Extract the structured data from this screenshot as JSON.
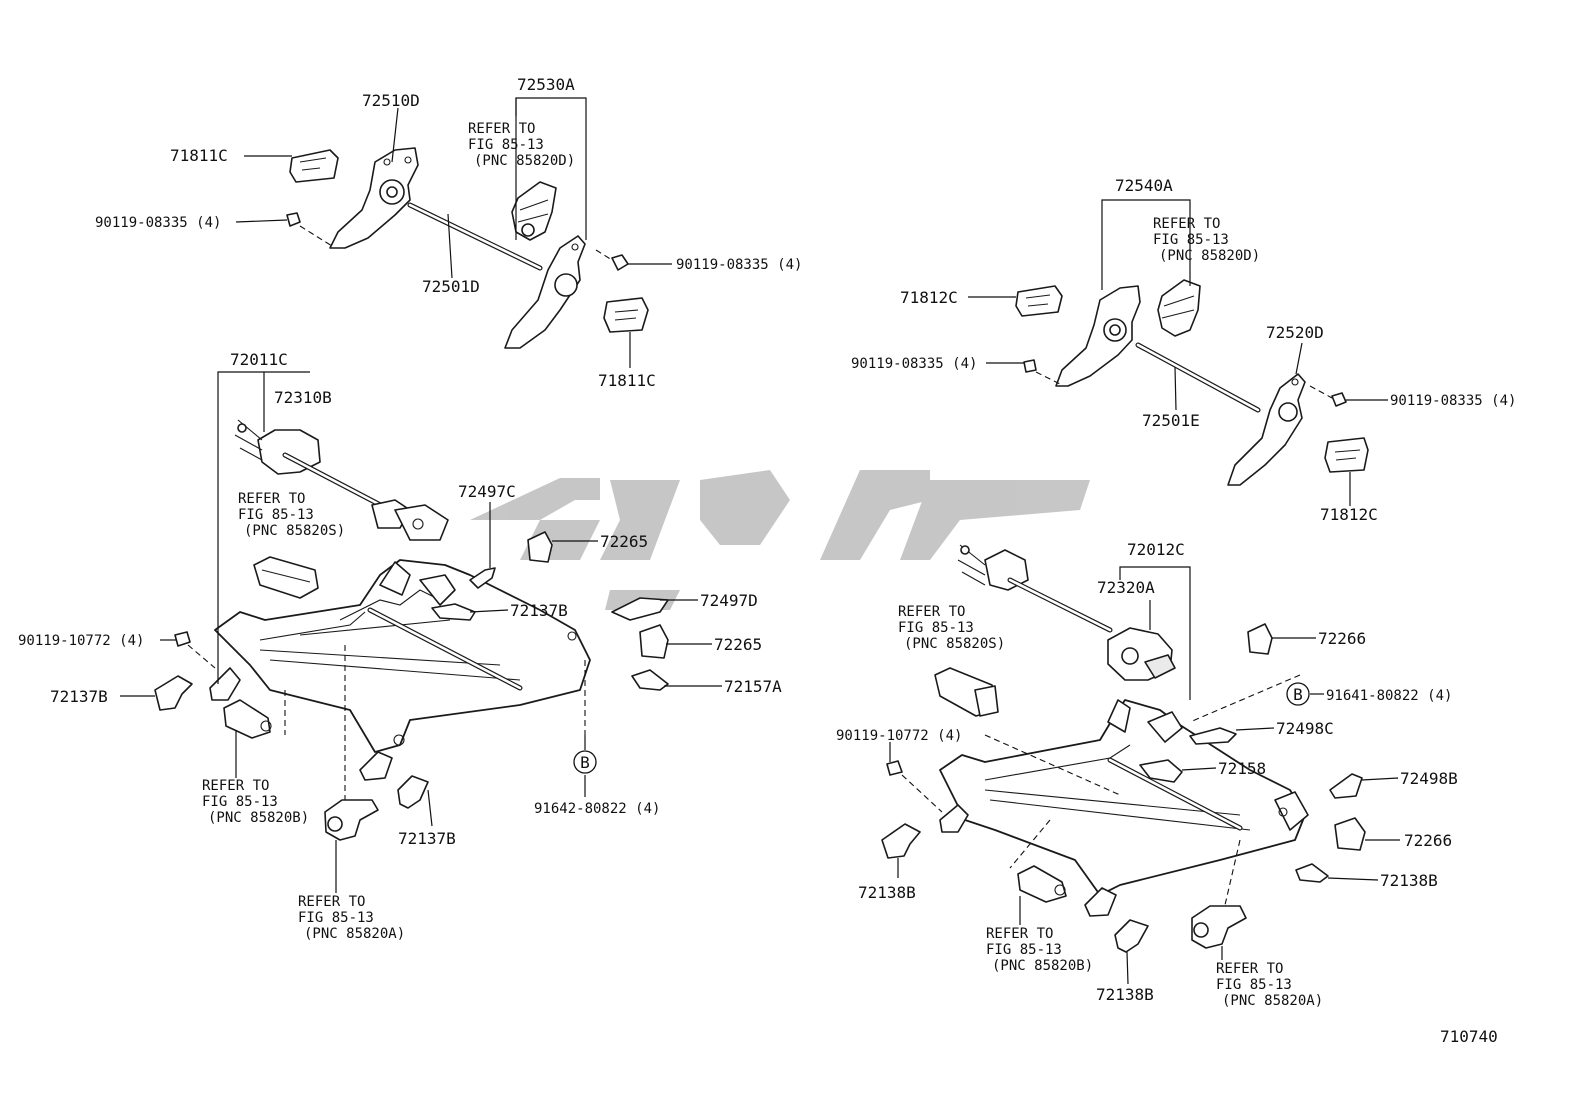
{
  "diagram_id": "710740",
  "labels": {
    "p72530A": "72530A",
    "p72510D": "72510D",
    "p71811C_a": "71811C",
    "p90119_08335_a": "90119-08335 (4)",
    "p90119_08335_b": "90119-08335 (4)",
    "p72501D": "72501D",
    "p71811C_b": "71811C",
    "p72011C": "72011C",
    "p72310B": "72310B",
    "p72497C": "72497C",
    "p72265_a": "72265",
    "p72137B_a": "72137B",
    "p72497D": "72497D",
    "p72265_b": "72265",
    "p72157A": "72157A",
    "p90119_10772_a": "90119-10772 (4)",
    "p72137B_b": "72137B",
    "p72137B_c": "72137B",
    "p91642_80822": "91642-80822 (4)",
    "p72540A": "72540A",
    "p71812C_a": "71812C",
    "p90119_08335_c": "90119-08335 (4)",
    "p72501E": "72501E",
    "p72520D": "72520D",
    "p90119_08335_d": "90119-08335 (4)",
    "p71812C_b": "71812C",
    "p72012C": "72012C",
    "p72320A": "72320A",
    "p72266_a": "72266",
    "p91641_80822": "91641-80822 (4)",
    "p72498C": "72498C",
    "p72158": "72158",
    "p90119_10772_b": "90119-10772 (4)",
    "p72498B": "72498B",
    "p72266_b": "72266",
    "p72138B_a": "72138B",
    "p72138B_b": "72138B",
    "p72138B_c": "72138B",
    "marker_b1": "B",
    "marker_b2": "B"
  },
  "refs": {
    "ref1": [
      "REFER TO",
      "FIG 85-13",
      "(PNC 85820D)"
    ],
    "ref2": [
      "REFER TO",
      "FIG 85-13",
      "(PNC 85820S)"
    ],
    "ref3": [
      "REFER TO",
      "FIG 85-13",
      "(PNC 85820B)"
    ],
    "ref4": [
      "REFER TO",
      "FIG 85-13",
      "(PNC 85820A)"
    ],
    "ref5": [
      "REFER TO",
      "FIG 85-13",
      "(PNC 85820D)"
    ],
    "ref6": [
      "REFER TO",
      "FIG 85-13",
      "(PNC 85820S)"
    ],
    "ref7": [
      "REFER TO",
      "FIG 85-13",
      "(PNC 85820B)"
    ],
    "ref8": [
      "REFER TO",
      "FIG 85-13",
      "(PNC 85820A)"
    ]
  },
  "colors": {
    "ink": "#111111",
    "watermark": "#bdbdbd",
    "paper": "#ffffff"
  }
}
